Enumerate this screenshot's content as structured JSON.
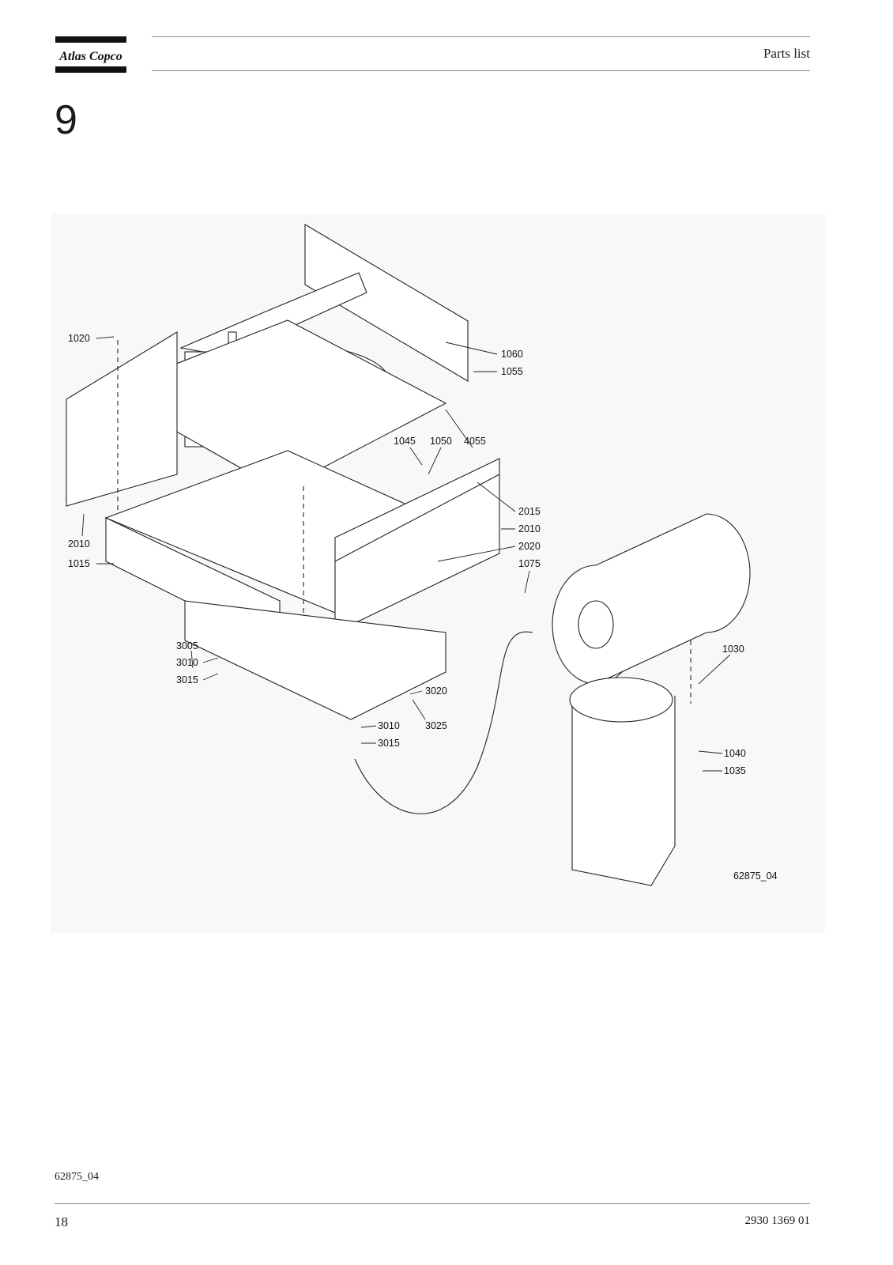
{
  "header": {
    "logo_text": "Atlas Copco",
    "title": "Parts list"
  },
  "section": {
    "number": "9"
  },
  "figure": {
    "drawing_id": "62875_04",
    "callouts": [
      {
        "id": "c1020",
        "label": "1020"
      },
      {
        "id": "c1060",
        "label": "1060"
      },
      {
        "id": "c1055",
        "label": "1055"
      },
      {
        "id": "c1045",
        "label": "1045"
      },
      {
        "id": "c1050",
        "label": "1050"
      },
      {
        "id": "c4055",
        "label": "4055"
      },
      {
        "id": "c2015",
        "label": "2015"
      },
      {
        "id": "c2010r",
        "label": "2010"
      },
      {
        "id": "c2020",
        "label": "2020"
      },
      {
        "id": "c1075",
        "label": "1075"
      },
      {
        "id": "c2010l",
        "label": "2010"
      },
      {
        "id": "c1015",
        "label": "1015"
      },
      {
        "id": "c3005",
        "label": "3005"
      },
      {
        "id": "c3010a",
        "label": "3010"
      },
      {
        "id": "c3015a",
        "label": "3015"
      },
      {
        "id": "c3020",
        "label": "3020"
      },
      {
        "id": "c3010b",
        "label": "3010"
      },
      {
        "id": "c3015b",
        "label": "3015"
      },
      {
        "id": "c3025",
        "label": "3025"
      },
      {
        "id": "c1030",
        "label": "1030"
      },
      {
        "id": "c1040",
        "label": "1040"
      },
      {
        "id": "c1035",
        "label": "1035"
      }
    ]
  },
  "footer": {
    "figure_reference": "62875_04",
    "page_number": "18",
    "document_number": "2930 1369 01"
  }
}
